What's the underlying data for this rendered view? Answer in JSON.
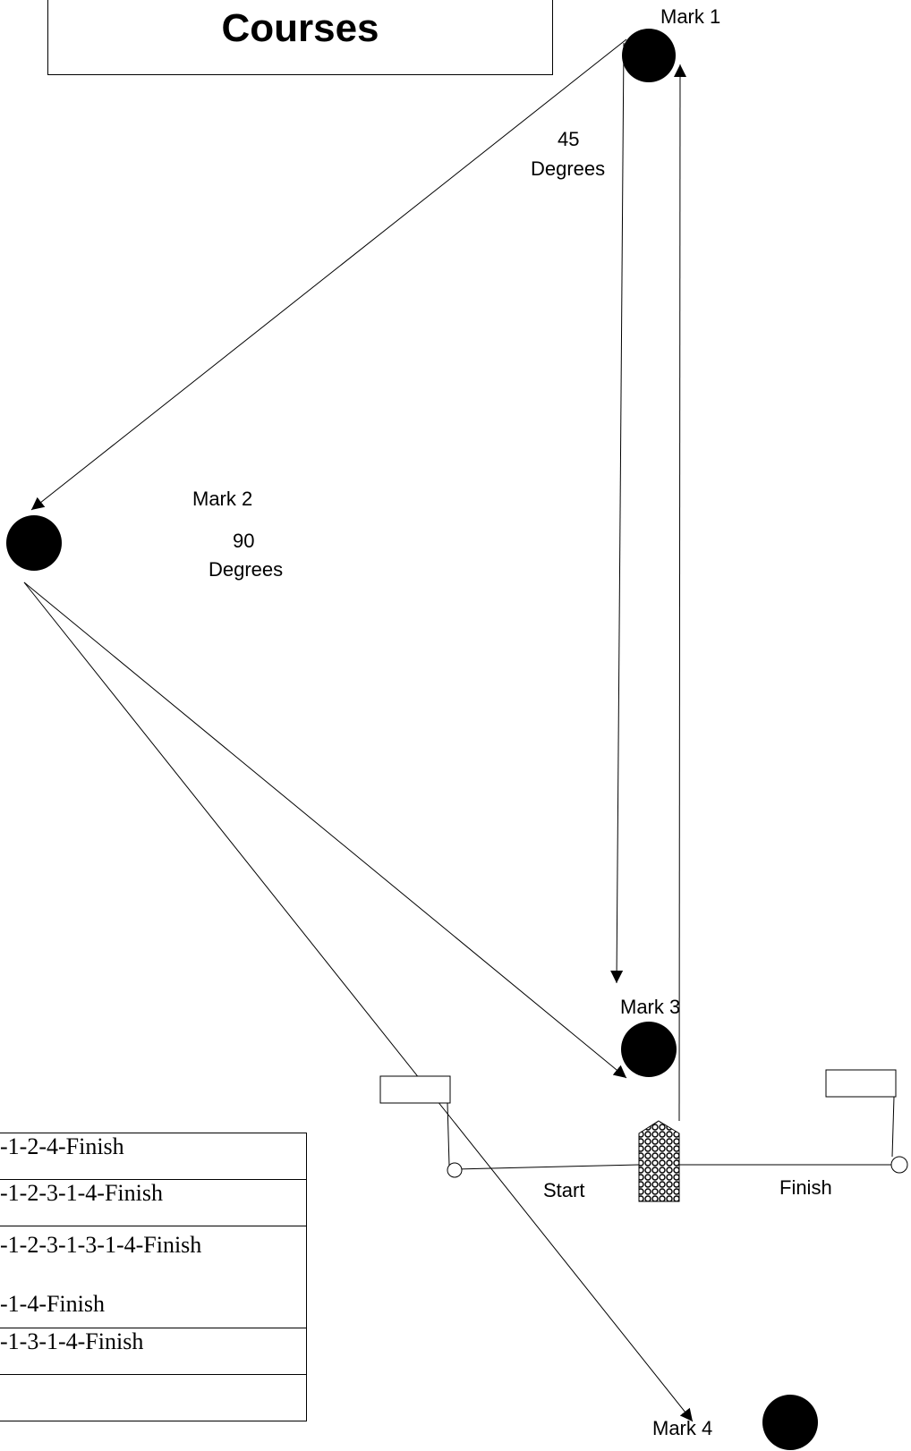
{
  "title": "Courses",
  "marks": {
    "mark1": "Mark 1",
    "mark2": "Mark 2",
    "mark3": "Mark 3",
    "mark4": "Mark 4"
  },
  "angles": {
    "mark1": {
      "value": "45",
      "unit": "Degrees"
    },
    "mark2": {
      "value": "90",
      "unit": "Degrees"
    }
  },
  "line_labels": {
    "start": "Start",
    "finish": "Finish"
  },
  "courses": [
    {
      "lines": [
        "-1-2-4-Finish"
      ]
    },
    {
      "lines": [
        "-1-2-3-1-4-Finish"
      ]
    },
    {
      "lines": [
        "-1-2-3-1-3-1-4-Finish",
        "-1-4-Finish"
      ]
    },
    {
      "lines": [
        "-1-3-1-4-Finish"
      ]
    },
    {
      "lines": [
        ""
      ]
    }
  ]
}
